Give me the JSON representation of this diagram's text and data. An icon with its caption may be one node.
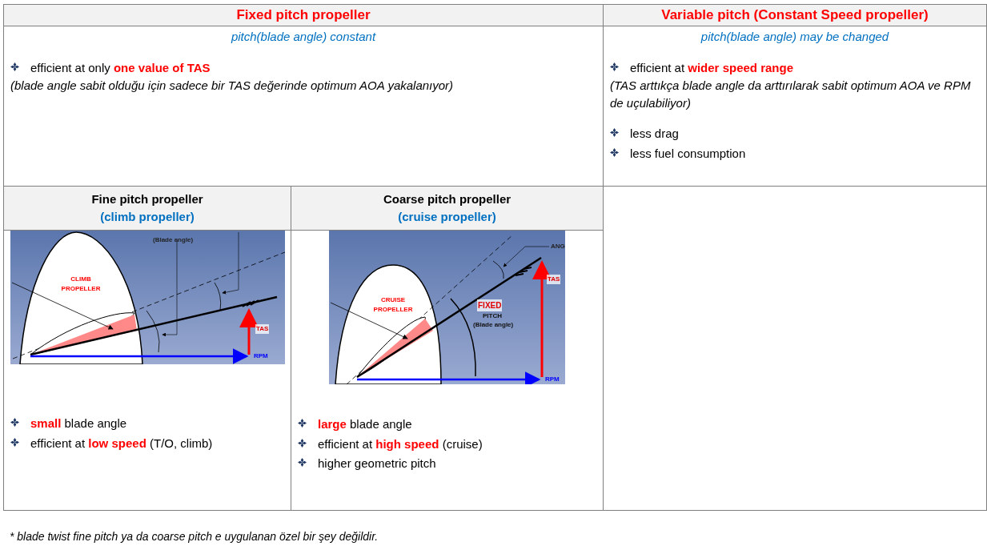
{
  "diagram": {
    "labels": [
      "Fixed pitch propeller",
      "Variable pitch (Constant Speed propeller)",
      "pitch(blade angle) constant",
      "pitch(blade angle) may be changed",
      "efficient at only **one value of TAS**",
      "(blade angle sabit olduğu için sadece bir TAS değerinde optimum AOA yakalanıyor)",
      "efficient at **wider speed range**",
      "(TAS arttıkça blade angle da arttırılarak sabit optimum AOA ve RPM de uçulabiliyor)",
      "less drag",
      "less fuel consumption",
      "Fine pitch propeller",
      "(climb propeller)",
      "Coarse pitch propeller",
      "(cruise propeller)",
      "(Blade angle)",
      "CLIMB PROPELLER",
      "TAS",
      "RPM",
      "ANG",
      "CRUISE PROPELLER",
      "FIXED",
      "PITCH",
      "(Blade angle)",
      "TAS",
      "RPM",
      "**small** blade angle",
      "efficient at **low speed** (T/O, climb)",
      "**large** blade angle",
      "efficient at **high speed** (cruise)",
      "higher geometric pitch",
      "* blade twist fine pitch ya da coarse pitch e uygulanan özel bir şey değildir."
    ]
  }
}
